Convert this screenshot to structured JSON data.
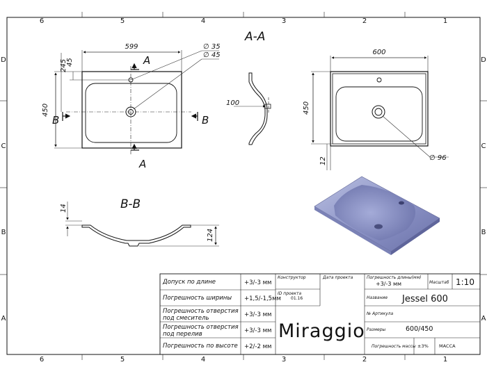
{
  "frame": {
    "top_numbers": [
      "6",
      "5",
      "4",
      "3",
      "2",
      "1"
    ],
    "bottom_numbers": [
      "6",
      "5",
      "4",
      "3",
      "2",
      "1"
    ],
    "left_letters": [
      "D",
      "C",
      "B",
      "A"
    ],
    "right_letters": [
      "D",
      "C",
      "B",
      "A"
    ]
  },
  "sections": {
    "aa_title": "A-A",
    "bb_title": "B-B",
    "cut_a": "A",
    "cut_b": "B"
  },
  "dims": {
    "w599": "599",
    "d35": "∅ 35",
    "d45": "∅ 45",
    "v245": "245",
    "v45": "45",
    "v450": "450",
    "h100": "100",
    "w600": "600",
    "v450b": "450",
    "v12": "12",
    "d96": "∅ 96",
    "v14": "14",
    "v124": "124"
  },
  "table": {
    "rows": [
      {
        "label": "Допуск по длине",
        "value": "+3/-3 мм"
      },
      {
        "label": "Погрешность ширины",
        "value": "+1,5/-1,5мм"
      },
      {
        "label": "Погрешность отверстия\nпод смеситель",
        "value": "+3/-3 мм"
      },
      {
        "label": "Погрешность отверстия\nпод перелив",
        "value": "+3/-3 мм"
      },
      {
        "label": "Погрешность по высоте",
        "value": "+2/-2 мм"
      }
    ],
    "designer": "Конструктор",
    "project_date": "Дата проекта",
    "project_id": "ID проекта",
    "project_id_value": "01.16",
    "brand": "Miraggio",
    "length_tol_label": "Погрешность длины(мм)",
    "length_tol_value": "+3/-3 мм",
    "scale_label": "Масштаб",
    "scale_value": "1:10",
    "name_label": "Название",
    "name_value": "Jessel 600",
    "article_label": "№ Артикула",
    "size_label": "Размеры",
    "size_value": "600/450",
    "mass_tol_label": "Погрешность массы",
    "mass_tol_value": "±3%",
    "mass_label": "МАССА"
  }
}
